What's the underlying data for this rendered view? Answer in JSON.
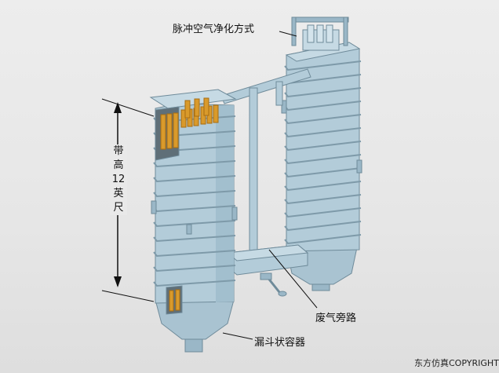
{
  "labels": {
    "pulse_cleaning": "脉冲空气净化方式",
    "height_chars": [
      "带",
      "高",
      "12",
      "英",
      "尺"
    ],
    "bypass": "废气旁路",
    "hopper": "漏斗状容器"
  },
  "watermark": "东方仿真COPYRIGHT",
  "colors": {
    "body": "#b3ccd9",
    "body_shade": "#9ab7c7",
    "edge": "#6f8b9a",
    "filter_bag": "#d99a2b",
    "background": "#e9e9e9"
  }
}
